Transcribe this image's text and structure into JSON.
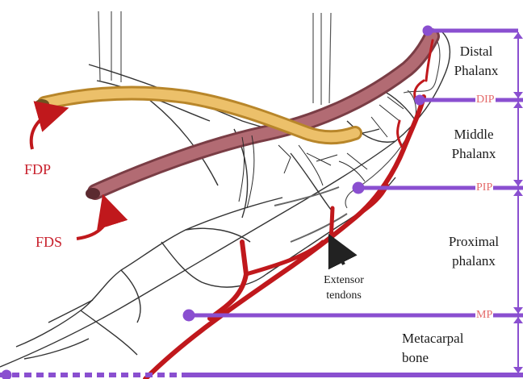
{
  "colors": {
    "bracket": "#8a4fd0",
    "artery": "#c0181c",
    "fdp_tendon": "#e8b252",
    "fds_tendon": "#a35a60",
    "outline": "#333333",
    "label_red": "#c8202c"
  },
  "tendon_labels": {
    "fdp": "FDP",
    "fds": "FDS",
    "extensor": "Extensor\ntendons"
  },
  "segments": {
    "distal": "Distal\nPhalanx",
    "middle": "Middle\nPhalanx",
    "proximal": "Proximal\nphalanx",
    "metacarpal": "Metacarpal\nbone"
  },
  "joints": {
    "dip": "DIP",
    "pip": "PIP",
    "mp": "MP"
  }
}
